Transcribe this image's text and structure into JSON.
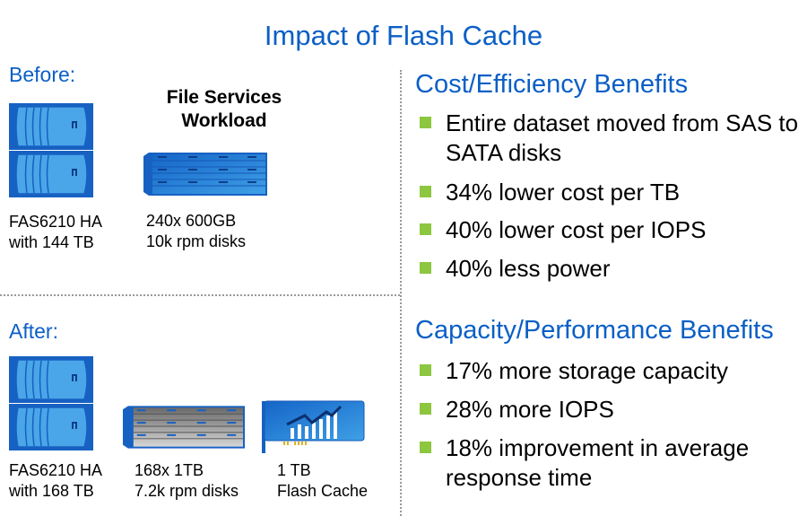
{
  "title": "Impact of Flash Cache",
  "before": {
    "label": "Before:",
    "workload_title": [
      "File Services",
      "Workload"
    ],
    "controller_caption": [
      "FAS6210 HA",
      "with 144 TB"
    ],
    "disks_caption": [
      "240x 600GB",
      "10k rpm disks"
    ]
  },
  "after": {
    "label": "After:",
    "controller_caption": [
      "FAS6210 HA",
      "with 168 TB"
    ],
    "disks_caption": [
      "168x 1TB",
      "7.2k rpm disks"
    ],
    "flash_caption": [
      "1 TB",
      "Flash Cache"
    ]
  },
  "cost_section": {
    "heading": "Cost/Efficiency Benefits",
    "bullets": [
      "Entire dataset moved from SAS to SATA disks",
      "34% lower cost per TB",
      "40% lower cost per IOPS",
      "40% less power"
    ]
  },
  "capacity_section": {
    "heading": "Capacity/Performance Benefits",
    "bullets": [
      "17% more storage capacity",
      "28% more IOPS",
      "18% improvement in average response time"
    ]
  },
  "colors": {
    "accent": "#0b5fc6",
    "bullet": "#8dc63f",
    "device": "#1a6fd0"
  }
}
